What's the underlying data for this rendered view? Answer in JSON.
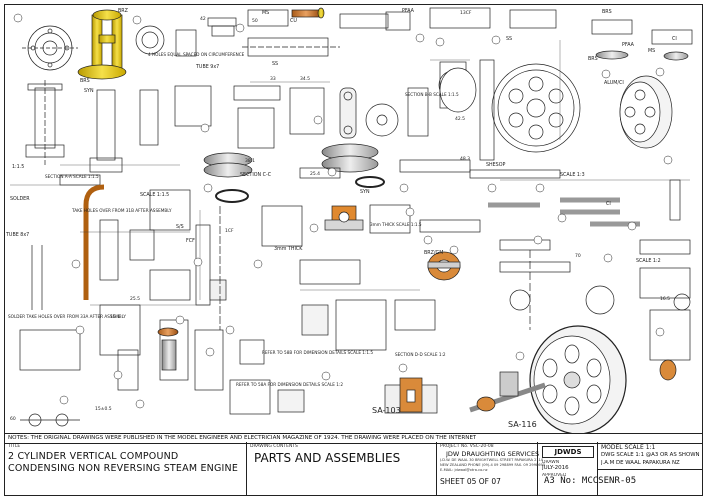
{
  "callouts": [
    "BRZ",
    "BRS",
    "SS",
    "MS",
    "CU",
    "PFAA",
    "SYN",
    "CI",
    "BRS",
    "SS",
    "MS",
    "PFAA",
    "BRS",
    "SYN",
    "CI",
    "ALUM/CI",
    "SHESOP",
    "4 HOLES EQUAL SPACED ON CIRCUMFERENCE",
    "TUBE 9x7",
    "SECTION A-A SCALE 1:1.5",
    "SECTION B-B SCALE 1:1.5",
    "SECTION C-C",
    "SECTION D-D SCALE 1:2",
    "TAKE HOLES OVER FROM 31B AFTER ASSEMBLY",
    "SOLDER",
    "SOLDER TAKE HOLES OVER FROM 33A AFTER ASSEMBLY",
    "REFER TO 58B FOR DIMENSION DETAILS SCALE 1:1.5",
    "REFER TO 58A FOR DIMENSION DETAILS SCALE 1:2",
    "3mm THICK",
    "3mm THICK SCALE 1:1.5",
    "SCALE 1:1.5",
    "SCALE 1:2",
    "SCALE 1:3",
    "TUBE 8x7",
    "BRZ/GM",
    "S/S",
    "FCF",
    "1:1.5",
    "SA-103",
    "SA-116"
  ],
  "note": "NOTES: THE ORIGINAL DRAWINGS WERE PUBLISHED IN THE MODEL ENGINEER AND ELECTRICIAN MAGAZINE OF 1924. THE DRAWING WERE PLACED ON THE INTERNET",
  "title": {
    "label": "TITLE",
    "line1": "2 CYLINDER VERTICAL COMPOUND",
    "line2": "CONDENSING NON REVERSING STEAM ENGINE"
  },
  "contents": {
    "label": "DRAWING CONTENTS",
    "value": "PARTS AND ASSEMBLIES"
  },
  "project": {
    "number": "PROJECT No. VSC-20-08",
    "company": "JDW DRAUGHTING SERVICES",
    "address1": "J.D.W. DE WAAL 30 BRIGHTWELL STREET PAPAKURA 2110",
    "address2": "NEW ZEALAND PHONE (09)-4 09 298899 FAX. 09 2998695",
    "email": "E-MAIL: jdwaal@xtra.co.nz",
    "logo": "JDWDS",
    "date": "JULY-2016",
    "drawn_label": "DRAWN",
    "approved_label": "APPROVED"
  },
  "model_scale": "MODEL SCALE 1:1",
  "dwg_scale": "DWG SCALE 1:1 @A3 OR AS SHOWN",
  "drawn_by": "J.A.M DE WAAL PAPAKURA NZ",
  "sheet": "SHEET 05 OF 07",
  "size_no": "A3 No: MCCSENR-05"
}
